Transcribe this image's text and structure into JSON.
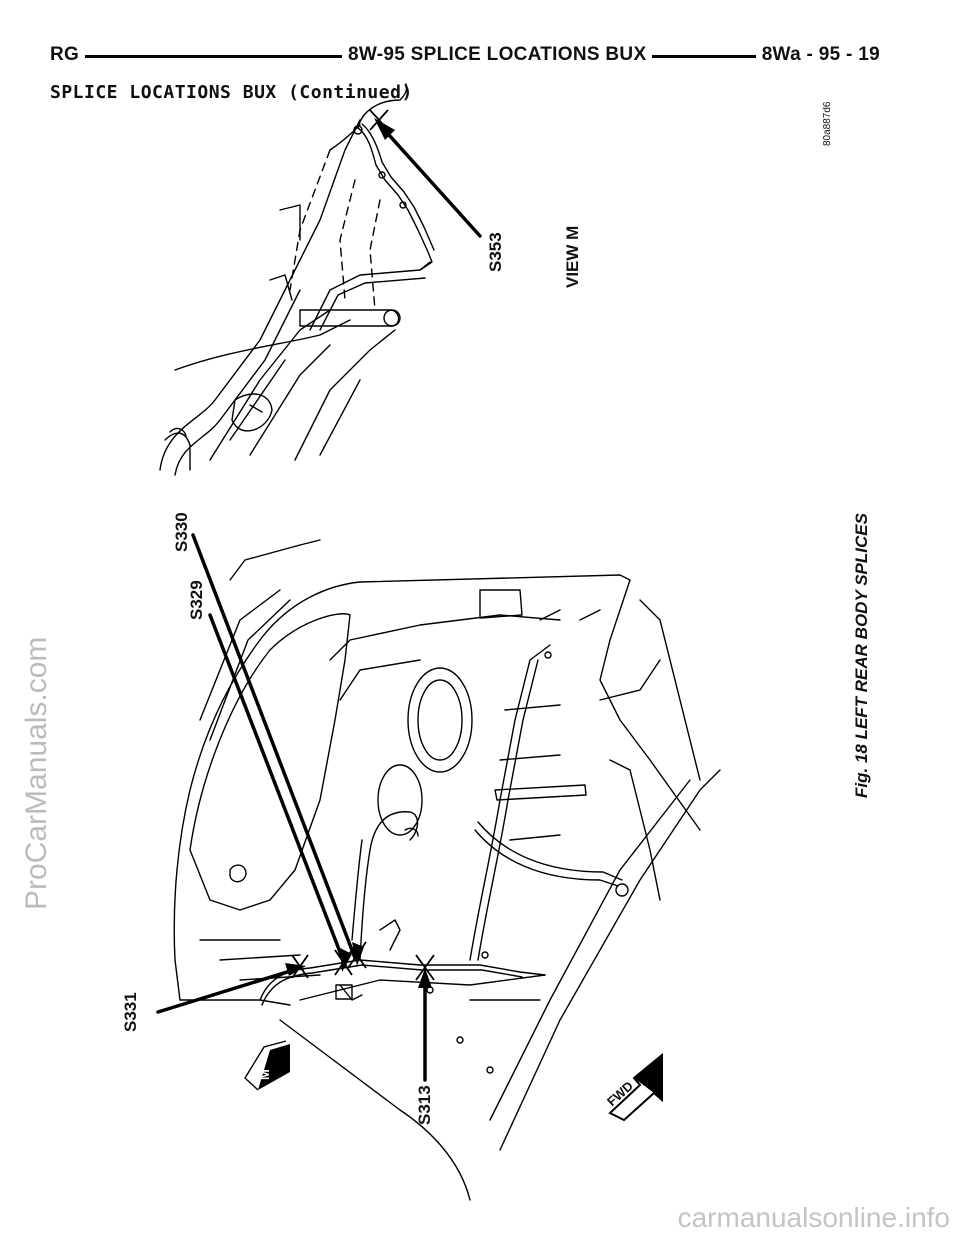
{
  "header": {
    "left": "RG",
    "center": "8W-95 SPLICE LOCATIONS BUX",
    "right": "8Wa - 95 - 19"
  },
  "subheader": "SPLICE LOCATIONS BUX (Continued)",
  "figure": {
    "caption": "Fig. 18 LEFT REAR BODY SPLICES",
    "part_number": "80a887d6",
    "view_label": "VIEW M",
    "callouts": {
      "s353": "S353",
      "s329": "S329",
      "s330": "S330",
      "s331": "S331",
      "s313": "S313"
    },
    "view_marker": "M",
    "direction_marker": "FWD"
  },
  "watermarks": {
    "side": "ProCarManuals.com",
    "bottom": "carmanualsonline.info"
  }
}
